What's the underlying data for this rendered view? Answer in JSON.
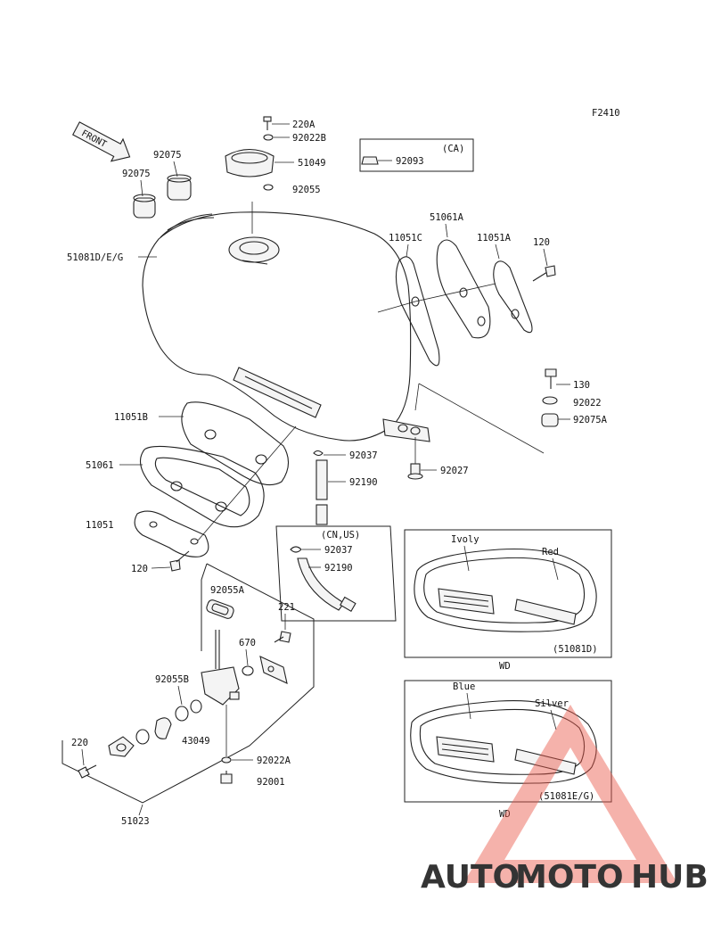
{
  "figure_code": "F2410",
  "front_label": "FRONT",
  "labels": {
    "p220A": "220A",
    "p92022B": "92022B",
    "p51049": "51049",
    "p92055": "92055",
    "p92075a": "92075",
    "p92075b": "92075",
    "p51081DEG": "51081D/E/G",
    "p92093": "92093",
    "ca": "(CA)",
    "p51061A": "51061A",
    "p11051C": "11051C",
    "p11051A": "11051A",
    "p120a": "120",
    "p130": "130",
    "p92022": "92022",
    "p92075A": "92075A",
    "p11051B": "11051B",
    "p92037a": "92037",
    "p92027": "92027",
    "p51061": "51061",
    "p92190a": "92190",
    "p11051": "11051",
    "cnus": "(CN,US)",
    "p92037b": "92037",
    "p92190b": "92190",
    "p120b": "120",
    "p92055A": "92055A",
    "p221": "221",
    "p670": "670",
    "p92055B": "92055B",
    "p43049": "43049",
    "p220": "220",
    "p92022A": "92022A",
    "p92001": "92001",
    "p51023": "51023"
  },
  "variants": [
    {
      "color_left": "Ivoly",
      "color_right": "Red",
      "part": "(51081D)",
      "region": "WD"
    },
    {
      "color_left": "Blue",
      "color_right": "Silver",
      "part": "(51081E/G)",
      "region": "WD"
    }
  ],
  "watermark": {
    "word_a": "AUTO",
    "word_b": "MOTO",
    "word_c": "HUB",
    "color_a": "#f2b13c",
    "color_b": "#ea5a4a",
    "color_c": "#8a8a8a"
  }
}
